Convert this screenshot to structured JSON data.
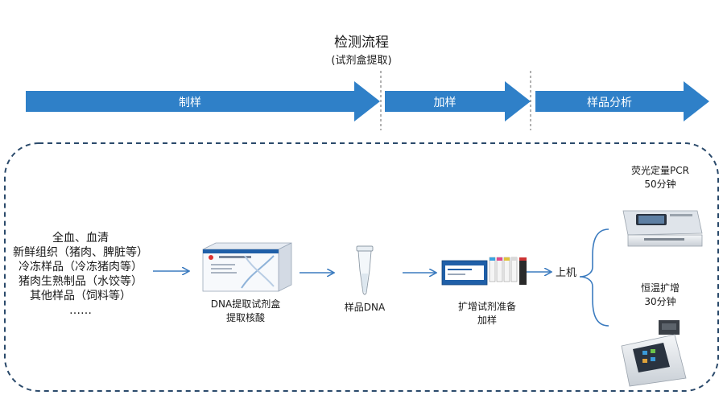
{
  "header": {
    "title": "检测流程",
    "subtitle": "(试剂盒提取)"
  },
  "stages": [
    {
      "label": "制样"
    },
    {
      "label": "加样"
    },
    {
      "label": "样品分析"
    }
  ],
  "samples": {
    "items": [
      "全血、血清",
      "新鲜组织（猪肉、脾脏等）",
      "冷冻样品（冷冻猪肉等）",
      "猪肉生熟制品（水饺等）",
      "其他样品（饲料等）",
      "……"
    ]
  },
  "steps": {
    "kit": {
      "line1": "DNA提取试剂盒",
      "line2": "提取核酸"
    },
    "tube": {
      "label": "样品DNA"
    },
    "amp": {
      "line1": "扩增试剂准备",
      "line2": "加样"
    },
    "load": {
      "label": "上机"
    }
  },
  "instruments": {
    "qpcr": {
      "line1": "荧光定量PCR",
      "line2": "50分钟"
    },
    "iso": {
      "line1": "恒温扩增",
      "line2": "30分钟"
    }
  },
  "colors": {
    "stage_arrow": "#2f80c8",
    "flow_arrow": "#3b7bbf",
    "dashed_border": "#2b4a6b"
  }
}
